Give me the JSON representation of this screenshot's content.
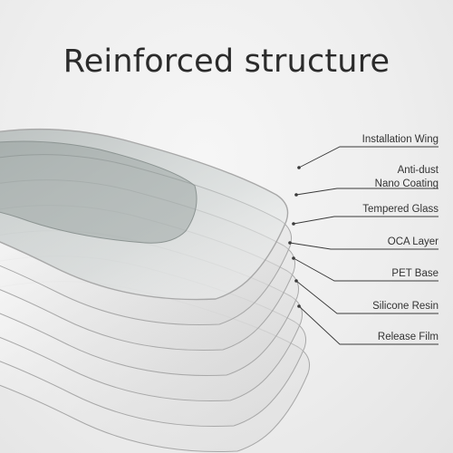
{
  "title": "Reinforced structure",
  "layers": [
    {
      "lines": [
        "Installation Wing"
      ]
    },
    {
      "lines": [
        "Anti-dust",
        "Nano Coating"
      ]
    },
    {
      "lines": [
        "Tempered Glass"
      ]
    },
    {
      "lines": [
        "OCA Layer"
      ]
    },
    {
      "lines": [
        "PET Base"
      ]
    },
    {
      "lines": [
        "Silicone Resin"
      ]
    },
    {
      "lines": [
        "Release Film"
      ]
    }
  ],
  "colors": {
    "line": "#3a3a3a",
    "text": "#333333",
    "glass_edge": "#a8a8a8",
    "glass_fill": "#dcdcdc"
  }
}
